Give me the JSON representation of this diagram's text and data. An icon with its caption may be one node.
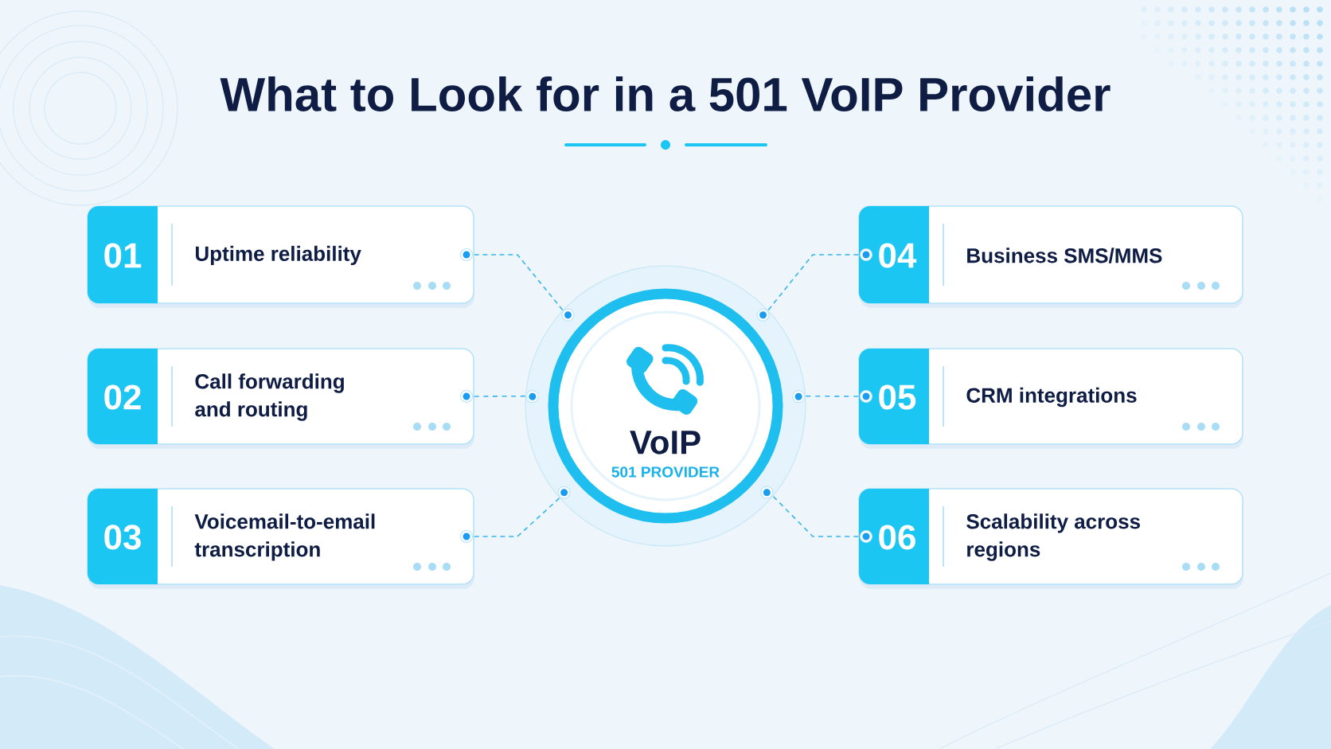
{
  "diagram": {
    "title": "What to Look for in a 501 VoIP Provider",
    "nodes": [
      {
        "text": [
          "01",
          "Uptime reliability"
        ]
      },
      {
        "text": [
          "02",
          "Call forwarding and routing"
        ]
      },
      {
        "text": [
          "03",
          "Voicemail-to-email transcription"
        ]
      },
      {
        "text": [
          "VoIP",
          "501 PROVIDER"
        ]
      },
      {
        "text": [
          "04",
          "Business SMS/MMS"
        ]
      },
      {
        "text": [
          "05",
          "CRM integrations"
        ]
      },
      {
        "text": [
          "06",
          "Scalability across regions"
        ]
      }
    ],
    "edges": [
      {
        "from": 0,
        "to": 3,
        "arrow": "none",
        "style": "dashed"
      },
      {
        "from": 1,
        "to": 3,
        "arrow": "none",
        "style": "dashed"
      },
      {
        "from": 2,
        "to": 3,
        "arrow": "none",
        "style": "dashed"
      },
      {
        "from": 4,
        "to": 3,
        "arrow": "none",
        "style": "dashed"
      },
      {
        "from": 5,
        "to": 3,
        "arrow": "none",
        "style": "dashed"
      },
      {
        "from": 6,
        "to": 3,
        "arrow": "none",
        "style": "dashed"
      }
    ]
  }
}
